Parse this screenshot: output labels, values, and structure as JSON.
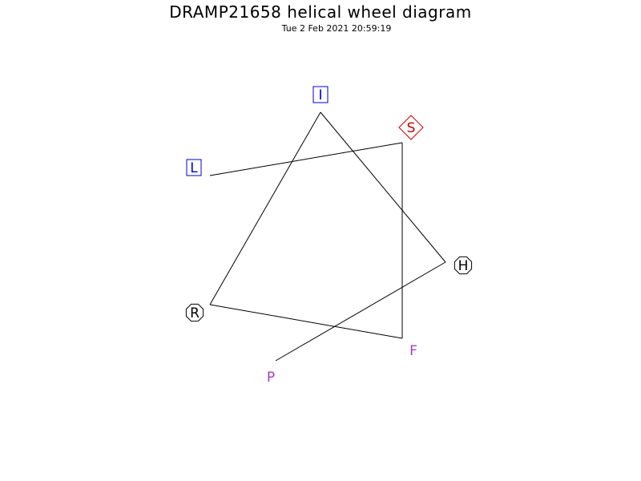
{
  "header": {
    "title": "DRAMP21658 helical wheel diagram",
    "timestamp": "Tue  2 Feb 2021 20:59:19"
  },
  "wheel": {
    "residues": [
      {
        "letter": "L",
        "marker": "square",
        "color": "#0000cc"
      },
      {
        "letter": "S",
        "marker": "diamond",
        "color": "#cc0000"
      },
      {
        "letter": "F",
        "marker": "none",
        "color": "#a040c0"
      },
      {
        "letter": "R",
        "marker": "octagon",
        "color": "#000000"
      },
      {
        "letter": "I",
        "marker": "square",
        "color": "#0000cc"
      },
      {
        "letter": "H",
        "marker": "octagon",
        "color": "#000000"
      },
      {
        "letter": "P",
        "marker": "none",
        "color": "#a040c0"
      }
    ],
    "line_color": "#000000"
  }
}
